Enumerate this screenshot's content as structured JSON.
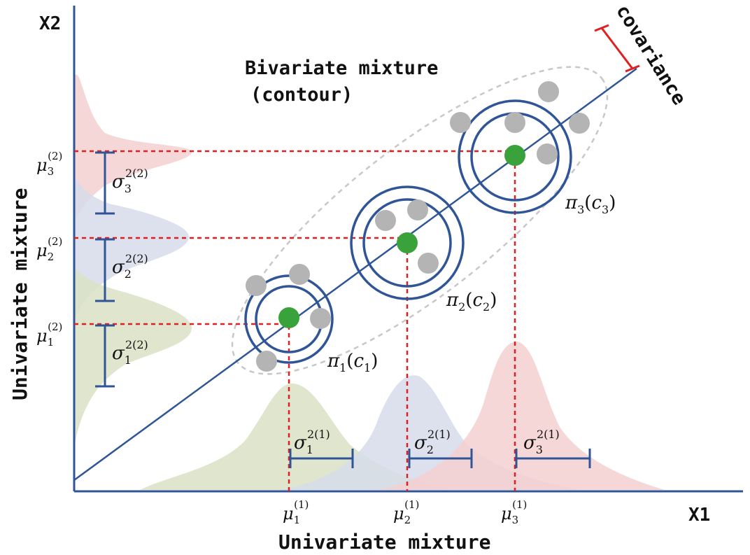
{
  "axes": {
    "x_label": "X1",
    "y_label": "X2",
    "x_title": "Univariate mixture",
    "y_title": "Univariate mixture"
  },
  "contour_label_line1": "Bivariate mixture",
  "contour_label_line2": "(contour)",
  "covariance_label": "covariance",
  "mu_symbol": "μ",
  "sigma_symbol": "σ",
  "pi_symbol": "π",
  "c_symbol": "c",
  "x1_superscript": "(1)",
  "x2_superscript": "(2)",
  "sigma_x1_superscript": "2(1)",
  "sigma_x2_superscript": "2(2)",
  "open_paren": "(",
  "close_paren": ")",
  "components": [
    {
      "index": "1",
      "color": "#d9e2c4"
    },
    {
      "index": "2",
      "color": "#d6dcea"
    },
    {
      "index": "3",
      "color": "#f5d0d0"
    }
  ],
  "colors": {
    "axis": "#2f5597",
    "diagonal": "#2f5597",
    "dashed": "#e02020",
    "mean_dot": "#3aa23a",
    "sample_dot": "#b4b4b4",
    "contour": "#2f5597",
    "ellipse": "#c8c8c8",
    "covariance_bar": "#e02020"
  }
}
